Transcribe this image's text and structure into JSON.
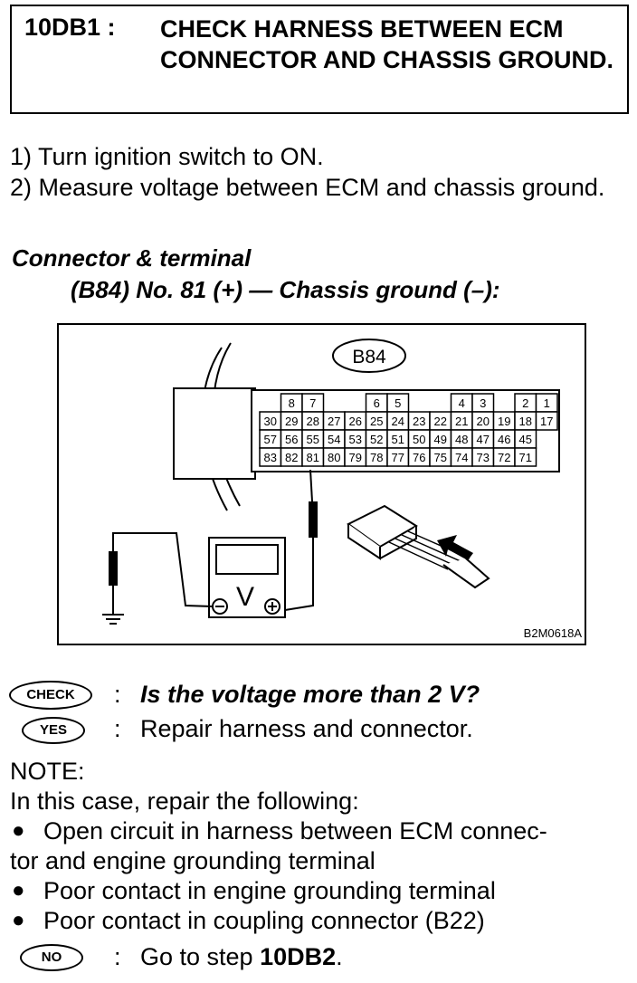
{
  "header": {
    "code": "10DB1 :",
    "title": "CHECK HARNESS BETWEEN ECM CONNECTOR AND CHASSIS GROUND."
  },
  "steps": [
    "1) Turn ignition switch to ON.",
    "2) Measure voltage between ECM and chassis ground."
  ],
  "connector": {
    "heading": "Connector & terminal",
    "terminals": "(B84) No. 81 (+) — Chassis ground (–):"
  },
  "diagram": {
    "connector_label": "B84",
    "figure_id": "B2M0618A",
    "meter_symbol": "V",
    "row1": [
      "8",
      "7",
      "6",
      "5",
      "4",
      "3",
      "2",
      "1"
    ],
    "row2": [
      "30",
      "29",
      "28",
      "27",
      "26",
      "25",
      "24",
      "23",
      "22",
      "21",
      "20",
      "19",
      "18",
      "17"
    ],
    "row3": [
      "57",
      "56",
      "55",
      "54",
      "53",
      "52",
      "51",
      "50",
      "49",
      "48",
      "47",
      "46",
      "45"
    ],
    "row4": [
      "83",
      "82",
      "81",
      "80",
      "79",
      "78",
      "77",
      "76",
      "75",
      "74",
      "73",
      "72",
      "71"
    ]
  },
  "check": {
    "badge": "CHECK",
    "colon": ":",
    "question": "Is the voltage more than 2 V?"
  },
  "yes": {
    "badge": "YES",
    "colon": ":",
    "answer": "Repair harness and connector."
  },
  "note": {
    "label": "NOTE:",
    "intro": "In this case, repair the following:",
    "bullet_symbol": "●",
    "bullets": [
      {
        "line1": "Open circuit in harness between ECM connec-",
        "line2": "tor and engine grounding terminal"
      },
      {
        "line1": "Poor contact in engine grounding terminal"
      },
      {
        "line1": "Poor contact in coupling connector (B22)"
      }
    ]
  },
  "no": {
    "badge": "NO",
    "colon": ":",
    "answer_prefix": "Go to step ",
    "answer_step": "10DB2",
    "answer_suffix": "."
  }
}
